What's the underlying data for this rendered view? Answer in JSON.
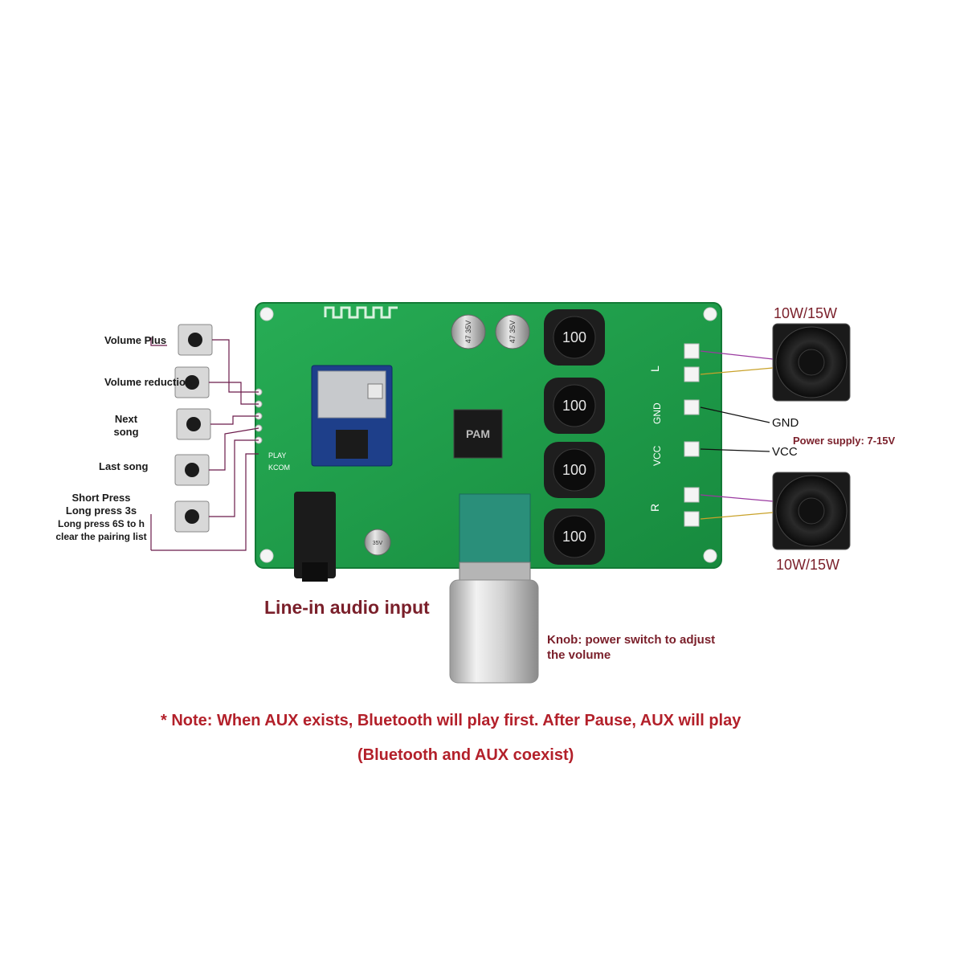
{
  "buttons": [
    {
      "label": "Volume Plus"
    },
    {
      "label": "Volume reduction"
    },
    {
      "label_line1": "Next",
      "label_line2": "song"
    },
    {
      "label": "Last song"
    },
    {
      "line1": "Short Press",
      "line2": "Long press 3s",
      "line3": "Long press 6S to h",
      "line4": "clear the pairing list"
    }
  ],
  "board": {
    "pin_labels": [
      "PLAY",
      "KCOM"
    ],
    "inductor_labels": [
      "100",
      "100",
      "100",
      "100"
    ],
    "capacitor_labels": [
      "47 35V",
      "47 35V"
    ],
    "chip_logo": "PAM",
    "small_cap_label": "35V"
  },
  "speakers": {
    "top_rating": "10W/15W",
    "bottom_rating": "10W/15W",
    "top_channel": "L",
    "bottom_channel": "R"
  },
  "power": {
    "gnd_label": "GND",
    "vcc_label": "VCC",
    "supply_label": "Power supply: 7-15V",
    "board_gnd": "GND",
    "board_vcc": "VCC"
  },
  "line_in_label": "Line-in audio input",
  "knob_note": {
    "line1": "Knob: power switch to adjust",
    "line2": "the volume"
  },
  "footer_note": {
    "line1": "* Note: When AUX exists, Bluetooth will play first. After Pause, AUX will play",
    "line2": "(Bluetooth and AUX coexist)"
  },
  "colors": {
    "pcb_green": "#1f9e4a",
    "label_maroon": "#7a1f2a",
    "note_red": "#b3202a"
  }
}
